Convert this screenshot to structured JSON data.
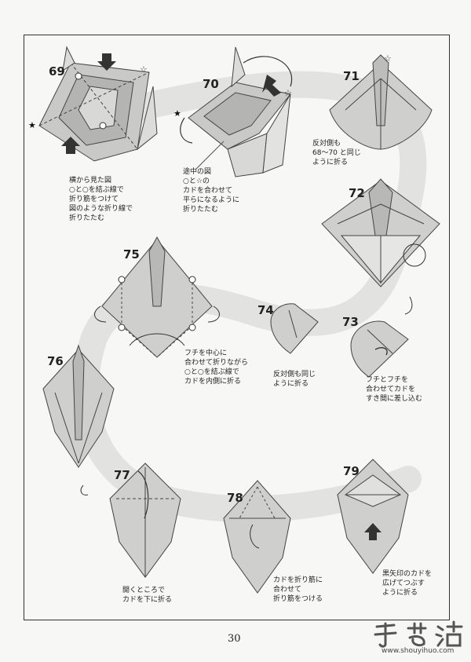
{
  "steps": [
    {
      "number": "69",
      "caption": "横から見た図\n○と○を結ぶ線で\n折り筋をつけて\n図のような折り線で\n折りたたむ"
    },
    {
      "number": "70",
      "caption": "途中の図\n○と☆の\nカドを合わせて\n平らになるように\n折りたたむ"
    },
    {
      "number": "71",
      "caption": "反対側も\n68〜70 と同じ\nように折る"
    },
    {
      "number": "72",
      "caption": ""
    },
    {
      "number": "73",
      "caption": "フチとフチを\n合わせてカドを\nすき間に差し込む"
    },
    {
      "number": "74",
      "caption": "反対側も同じ\nように折る"
    },
    {
      "number": "75",
      "caption": "フチを中心に\n合わせて折りながら\n○と○を結ぶ線で\nカドを内側に折る"
    },
    {
      "number": "76",
      "caption": ""
    },
    {
      "number": "77",
      "caption": "開くところで\nカドを下に折る"
    },
    {
      "number": "78",
      "caption": "カドを折り筋に\n合わせて\n折り筋をつける"
    },
    {
      "number": "79",
      "caption": "黒矢印のカドを\n広げてつぶす\nように折る"
    }
  ],
  "page_number": "30",
  "watermark": {
    "logo_text": "手艺活",
    "url": "www.shouyihuo.com"
  }
}
